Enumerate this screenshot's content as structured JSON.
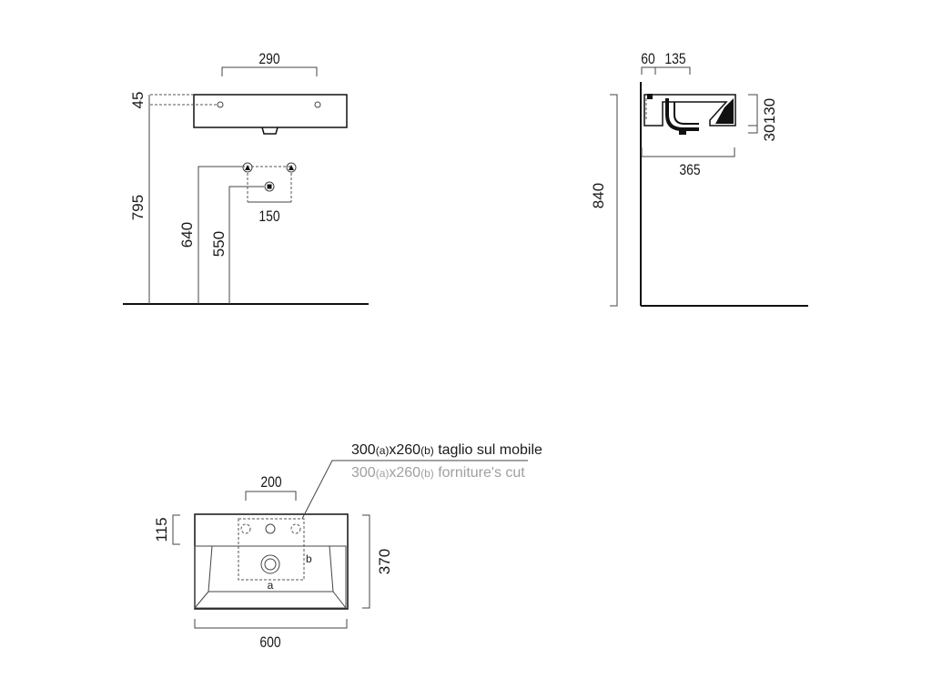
{
  "front_view": {
    "width": "290",
    "top_offset": "45",
    "total_height": "795",
    "supply_height": "640",
    "drain_height": "550",
    "supply_spacing": "150"
  },
  "side_view": {
    "wall_offset": "60",
    "tap_depth": "135",
    "basin_height": "130",
    "rim": "30",
    "depth": "365",
    "install_height": "840"
  },
  "top_view": {
    "tap_spacing": "200",
    "back_deck": "115",
    "depth": "370",
    "width": "600",
    "label_a": "a",
    "label_b": "b",
    "cut_note_it": {
      "num1": "300",
      "suffix_a": "(a)",
      "num2": "x260",
      "suffix_b": "(b)",
      "text": " taglio sul mobile"
    },
    "cut_note_en": {
      "num1": "300",
      "suffix_a": "(a)",
      "num2": "x260",
      "suffix_b": "(b)",
      "text": " forniture's cut"
    }
  },
  "colors": {
    "line": "#111111",
    "note_primary": "#1a1a1a",
    "note_secondary": "#a0a0a0"
  }
}
